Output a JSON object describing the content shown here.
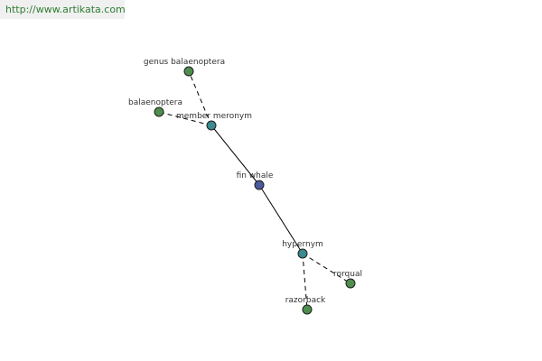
{
  "watermark": {
    "text": "http://www.artikata.com"
  },
  "colors": {
    "watermark_text": "#2e7d32",
    "center_node": "#4a5a9a",
    "relation_node": "#3a8a8e",
    "leaf_node": "#4e8e4e",
    "solid_edge": "#000000",
    "dashed_edge": "#000000"
  },
  "graph": {
    "nodes": [
      {
        "id": "genus_balaenoptera",
        "label": "genus balaenoptera",
        "kind": "leaf"
      },
      {
        "id": "balaenoptera",
        "label": "balaenoptera",
        "kind": "leaf"
      },
      {
        "id": "member_meronym",
        "label": "member meronym",
        "kind": "relation"
      },
      {
        "id": "fin_whale",
        "label": "fin whale",
        "kind": "center"
      },
      {
        "id": "hypernym",
        "label": "hypernym",
        "kind": "relation"
      },
      {
        "id": "rorqual",
        "label": "rorqual",
        "kind": "leaf"
      },
      {
        "id": "razorback",
        "label": "razorback",
        "kind": "leaf"
      }
    ],
    "edges": [
      {
        "from": "fin_whale",
        "to": "member_meronym",
        "style": "solid"
      },
      {
        "from": "fin_whale",
        "to": "hypernym",
        "style": "solid"
      },
      {
        "from": "member_meronym",
        "to": "genus_balaenoptera",
        "style": "dashed"
      },
      {
        "from": "member_meronym",
        "to": "balaenoptera",
        "style": "dashed"
      },
      {
        "from": "hypernym",
        "to": "rorqual",
        "style": "dashed"
      },
      {
        "from": "hypernym",
        "to": "razorback",
        "style": "dashed"
      }
    ]
  }
}
